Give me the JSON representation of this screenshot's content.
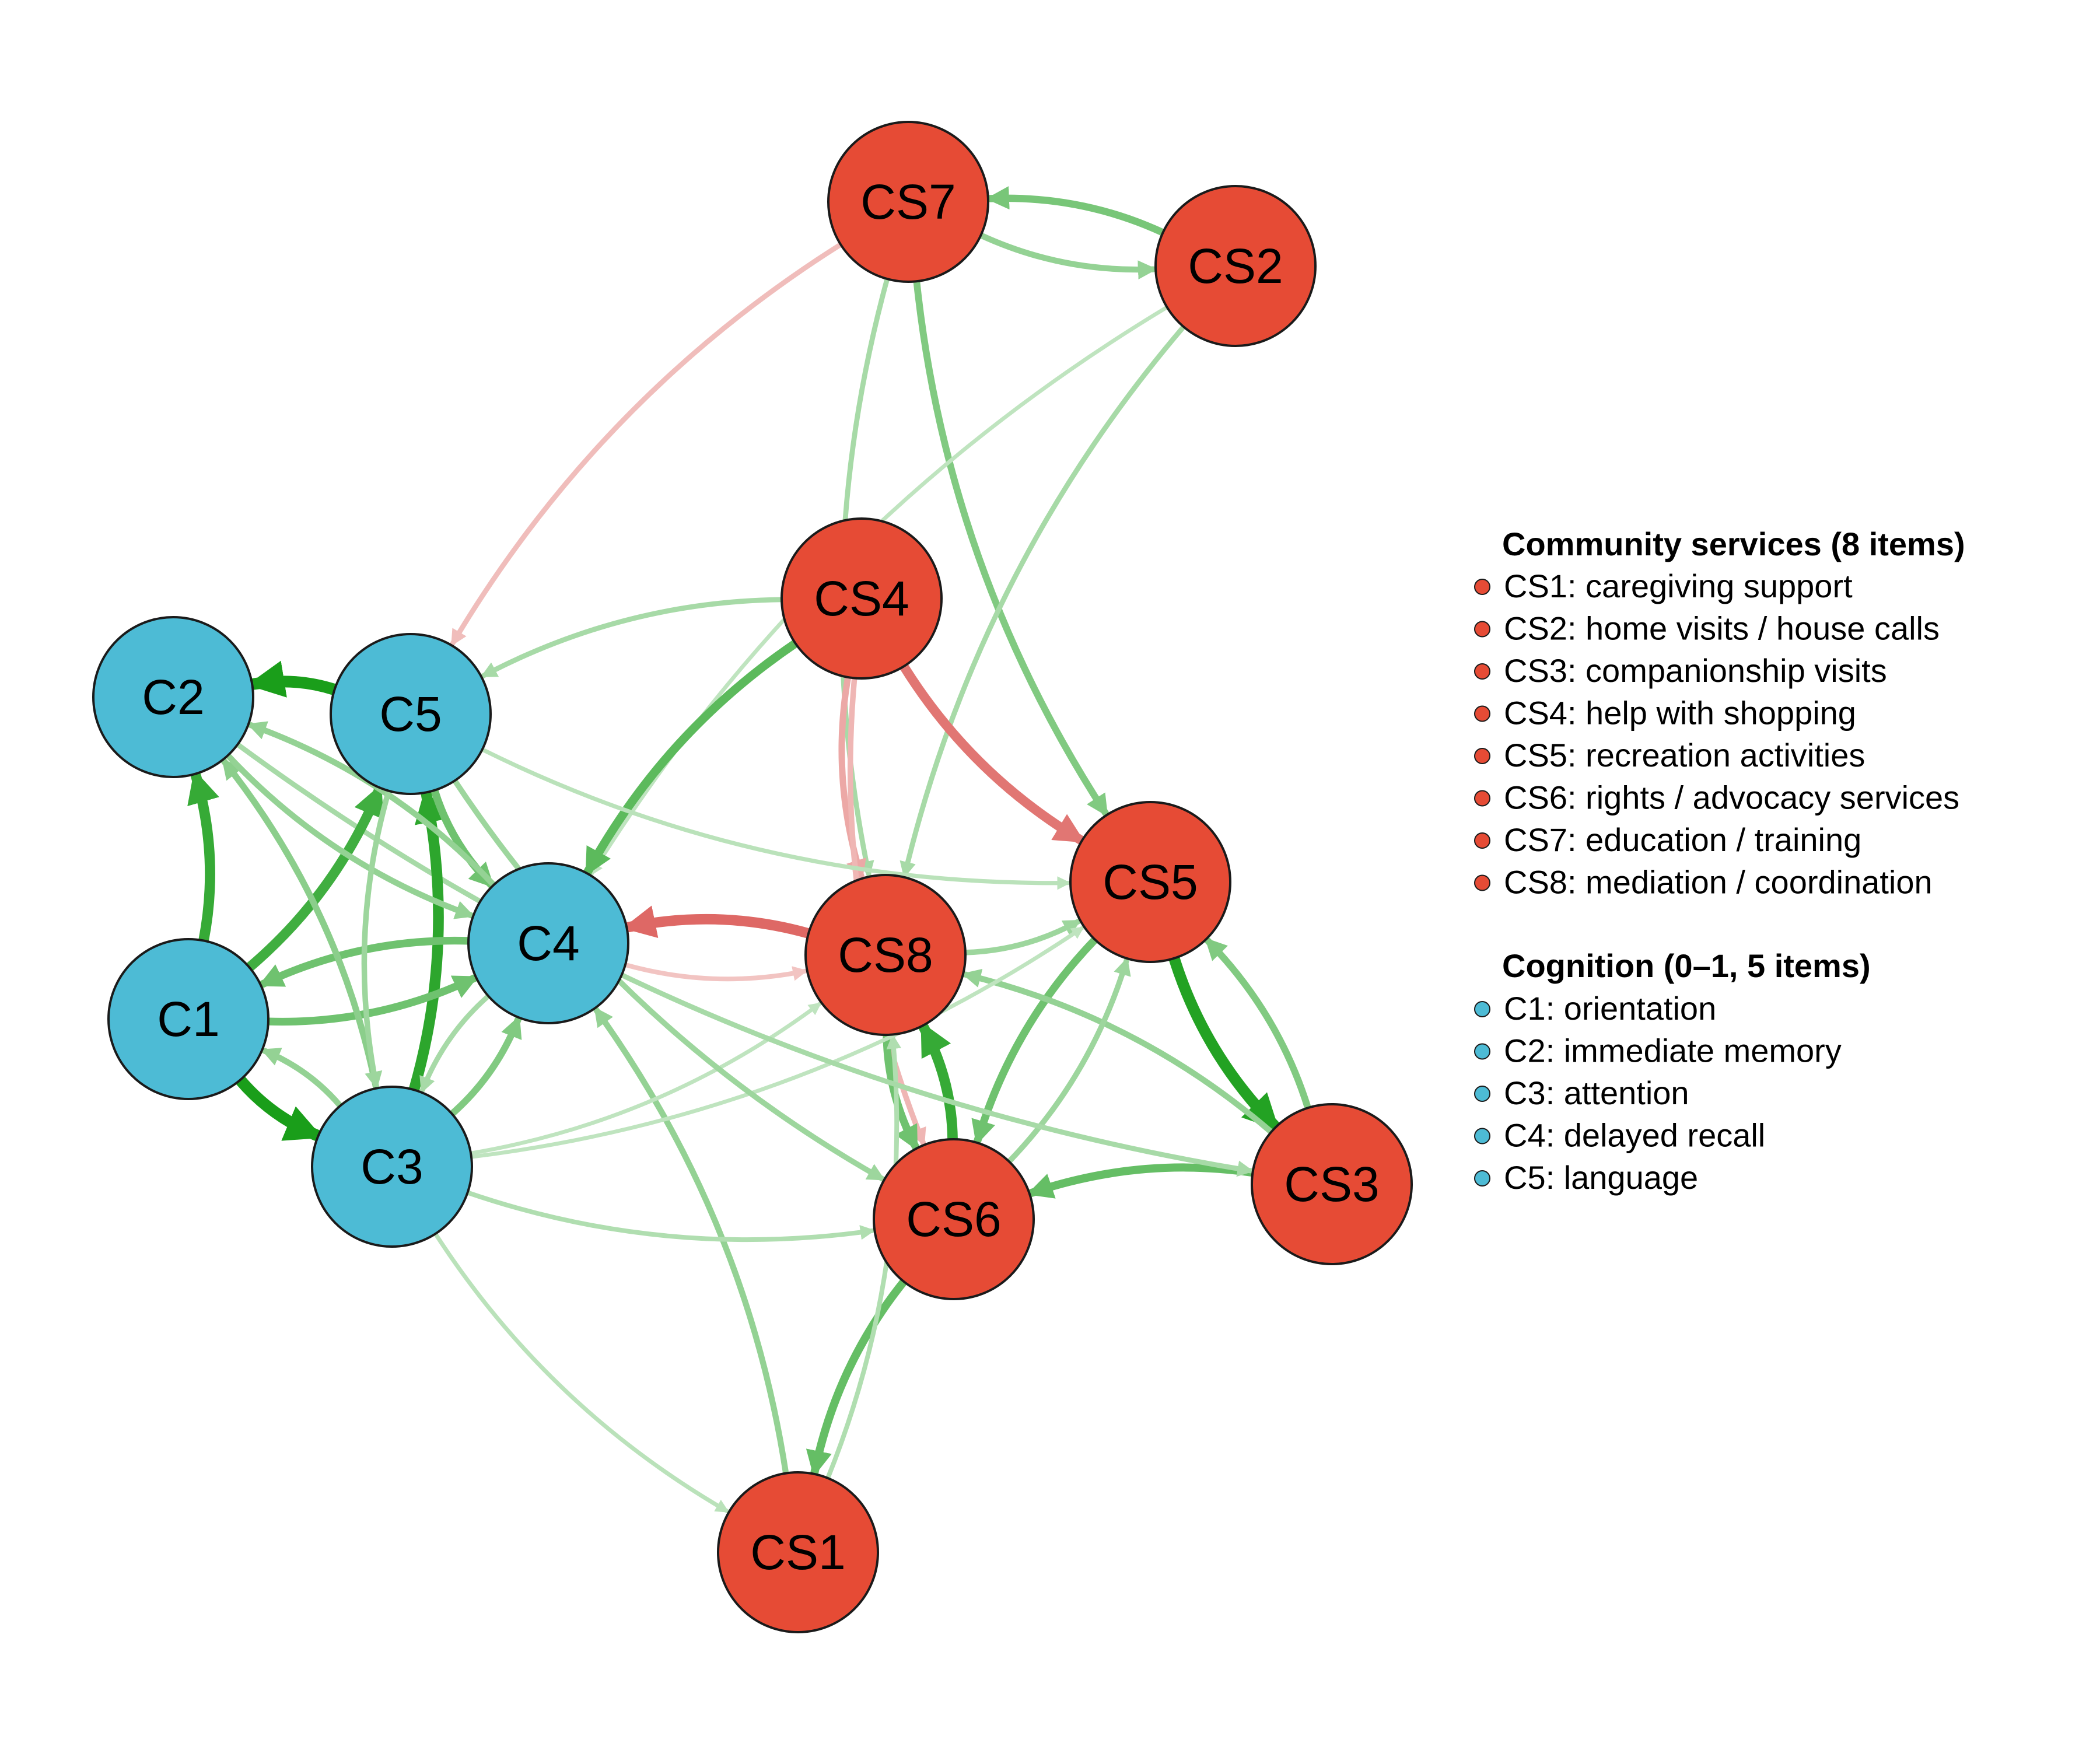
{
  "colors": {
    "community": "#E64B35",
    "cognition": "#4DBBD5",
    "positive_edge": "#1A9E1A",
    "negative_edge": "#D9534F",
    "node_border": "#1a1a1a"
  },
  "nodes": [
    {
      "id": "CS7",
      "label": "CS7",
      "group": "community"
    },
    {
      "id": "CS2",
      "label": "CS2",
      "group": "community"
    },
    {
      "id": "CS4",
      "label": "CS4",
      "group": "community"
    },
    {
      "id": "CS5",
      "label": "CS5",
      "group": "community"
    },
    {
      "id": "CS8",
      "label": "CS8",
      "group": "community"
    },
    {
      "id": "CS3",
      "label": "CS3",
      "group": "community"
    },
    {
      "id": "CS6",
      "label": "CS6",
      "group": "community"
    },
    {
      "id": "CS1",
      "label": "CS1",
      "group": "community"
    },
    {
      "id": "C2",
      "label": "C2",
      "group": "cognition"
    },
    {
      "id": "C5",
      "label": "C5",
      "group": "cognition"
    },
    {
      "id": "C4",
      "label": "C4",
      "group": "cognition"
    },
    {
      "id": "C1",
      "label": "C1",
      "group": "cognition"
    },
    {
      "id": "C3",
      "label": "C3",
      "group": "cognition"
    }
  ],
  "edges": [
    {
      "from": "CS7",
      "to": "CS2",
      "sign": "positive",
      "strength": 0.35
    },
    {
      "from": "CS2",
      "to": "CS7",
      "sign": "positive",
      "strength": 0.5
    },
    {
      "from": "CS7",
      "to": "CS5",
      "sign": "positive",
      "strength": 0.45
    },
    {
      "from": "CS7",
      "to": "CS8",
      "sign": "positive",
      "strength": 0.25
    },
    {
      "from": "CS7",
      "to": "C5",
      "sign": "negative",
      "strength": 0.25
    },
    {
      "from": "CS2",
      "to": "CS8",
      "sign": "positive",
      "strength": 0.25
    },
    {
      "from": "CS2",
      "to": "C4",
      "sign": "positive",
      "strength": 0.12
    },
    {
      "from": "CS4",
      "to": "CS5",
      "sign": "negative",
      "strength": 0.75
    },
    {
      "from": "CS4",
      "to": "CS8",
      "sign": "negative",
      "strength": 0.4
    },
    {
      "from": "CS4",
      "to": "CS6",
      "sign": "negative",
      "strength": 0.3
    },
    {
      "from": "CS4",
      "to": "C4",
      "sign": "positive",
      "strength": 0.65
    },
    {
      "from": "CS4",
      "to": "C5",
      "sign": "positive",
      "strength": 0.25
    },
    {
      "from": "CS8",
      "to": "C4",
      "sign": "negative",
      "strength": 0.85
    },
    {
      "from": "C4",
      "to": "CS8",
      "sign": "negative",
      "strength": 0.2
    },
    {
      "from": "CS8",
      "to": "CS5",
      "sign": "positive",
      "strength": 0.3
    },
    {
      "from": "CS8",
      "to": "CS6",
      "sign": "positive",
      "strength": 0.55
    },
    {
      "from": "CS6",
      "to": "CS8",
      "sign": "positive",
      "strength": 0.85
    },
    {
      "from": "CS5",
      "to": "CS3",
      "sign": "positive",
      "strength": 0.95
    },
    {
      "from": "CS3",
      "to": "CS5",
      "sign": "positive",
      "strength": 0.45
    },
    {
      "from": "CS5",
      "to": "CS6",
      "sign": "positive",
      "strength": 0.55
    },
    {
      "from": "CS3",
      "to": "CS6",
      "sign": "positive",
      "strength": 0.6
    },
    {
      "from": "CS3",
      "to": "CS8",
      "sign": "positive",
      "strength": 0.35
    },
    {
      "from": "CS6",
      "to": "CS1",
      "sign": "positive",
      "strength": 0.6
    },
    {
      "from": "CS1",
      "to": "CS8",
      "sign": "positive",
      "strength": 0.2
    },
    {
      "from": "CS1",
      "to": "C4",
      "sign": "positive",
      "strength": 0.35
    },
    {
      "from": "C3",
      "to": "CS1",
      "sign": "positive",
      "strength": 0.15
    },
    {
      "from": "C3",
      "to": "CS6",
      "sign": "positive",
      "strength": 0.2
    },
    {
      "from": "C3",
      "to": "CS5",
      "sign": "positive",
      "strength": 0.12
    },
    {
      "from": "C3",
      "to": "CS8",
      "sign": "positive",
      "strength": 0.12
    },
    {
      "from": "CS6",
      "to": "CS5",
      "sign": "positive",
      "strength": 0.3
    },
    {
      "from": "C5",
      "to": "CS6",
      "sign": "positive",
      "strength": 0.3
    },
    {
      "from": "C5",
      "to": "CS5",
      "sign": "positive",
      "strength": 0.15
    },
    {
      "from": "C2",
      "to": "CS3",
      "sign": "positive",
      "strength": 0.25
    },
    {
      "from": "C5",
      "to": "C2",
      "sign": "positive",
      "strength": 1.0
    },
    {
      "from": "C1",
      "to": "C2",
      "sign": "positive",
      "strength": 0.85
    },
    {
      "from": "C1",
      "to": "C5",
      "sign": "positive",
      "strength": 0.8
    },
    {
      "from": "C3",
      "to": "C5",
      "sign": "positive",
      "strength": 0.9
    },
    {
      "from": "C1",
      "to": "C3",
      "sign": "positive",
      "strength": 1.0
    },
    {
      "from": "C1",
      "to": "C4",
      "sign": "positive",
      "strength": 0.55
    },
    {
      "from": "C4",
      "to": "C1",
      "sign": "positive",
      "strength": 0.55
    },
    {
      "from": "C5",
      "to": "C4",
      "sign": "positive",
      "strength": 0.55
    },
    {
      "from": "C3",
      "to": "C4",
      "sign": "positive",
      "strength": 0.45
    },
    {
      "from": "C3",
      "to": "C1",
      "sign": "positive",
      "strength": 0.35
    },
    {
      "from": "C3",
      "to": "C2",
      "sign": "positive",
      "strength": 0.4
    },
    {
      "from": "C4",
      "to": "C2",
      "sign": "positive",
      "strength": 0.35
    },
    {
      "from": "C2",
      "to": "C4",
      "sign": "positive",
      "strength": 0.35
    },
    {
      "from": "C5",
      "to": "C3",
      "sign": "positive",
      "strength": 0.3
    },
    {
      "from": "C4",
      "to": "C3",
      "sign": "positive",
      "strength": 0.25
    }
  ],
  "legend": {
    "community_title": "Community services (8 items)",
    "community_items": [
      "CS1: caregiving support",
      "CS2: home visits / house calls",
      "CS3: companionship visits",
      "CS4: help with shopping",
      "CS5: recreation activities",
      "CS6: rights / advocacy services",
      "CS7: education / training",
      "CS8: mediation / coordination"
    ],
    "cognition_title": "Cognition (0–1, 5 items)",
    "cognition_items": [
      "C1: orientation",
      "C2: immediate memory",
      "C3: attention",
      "C4: delayed recall",
      "C5: language"
    ]
  }
}
